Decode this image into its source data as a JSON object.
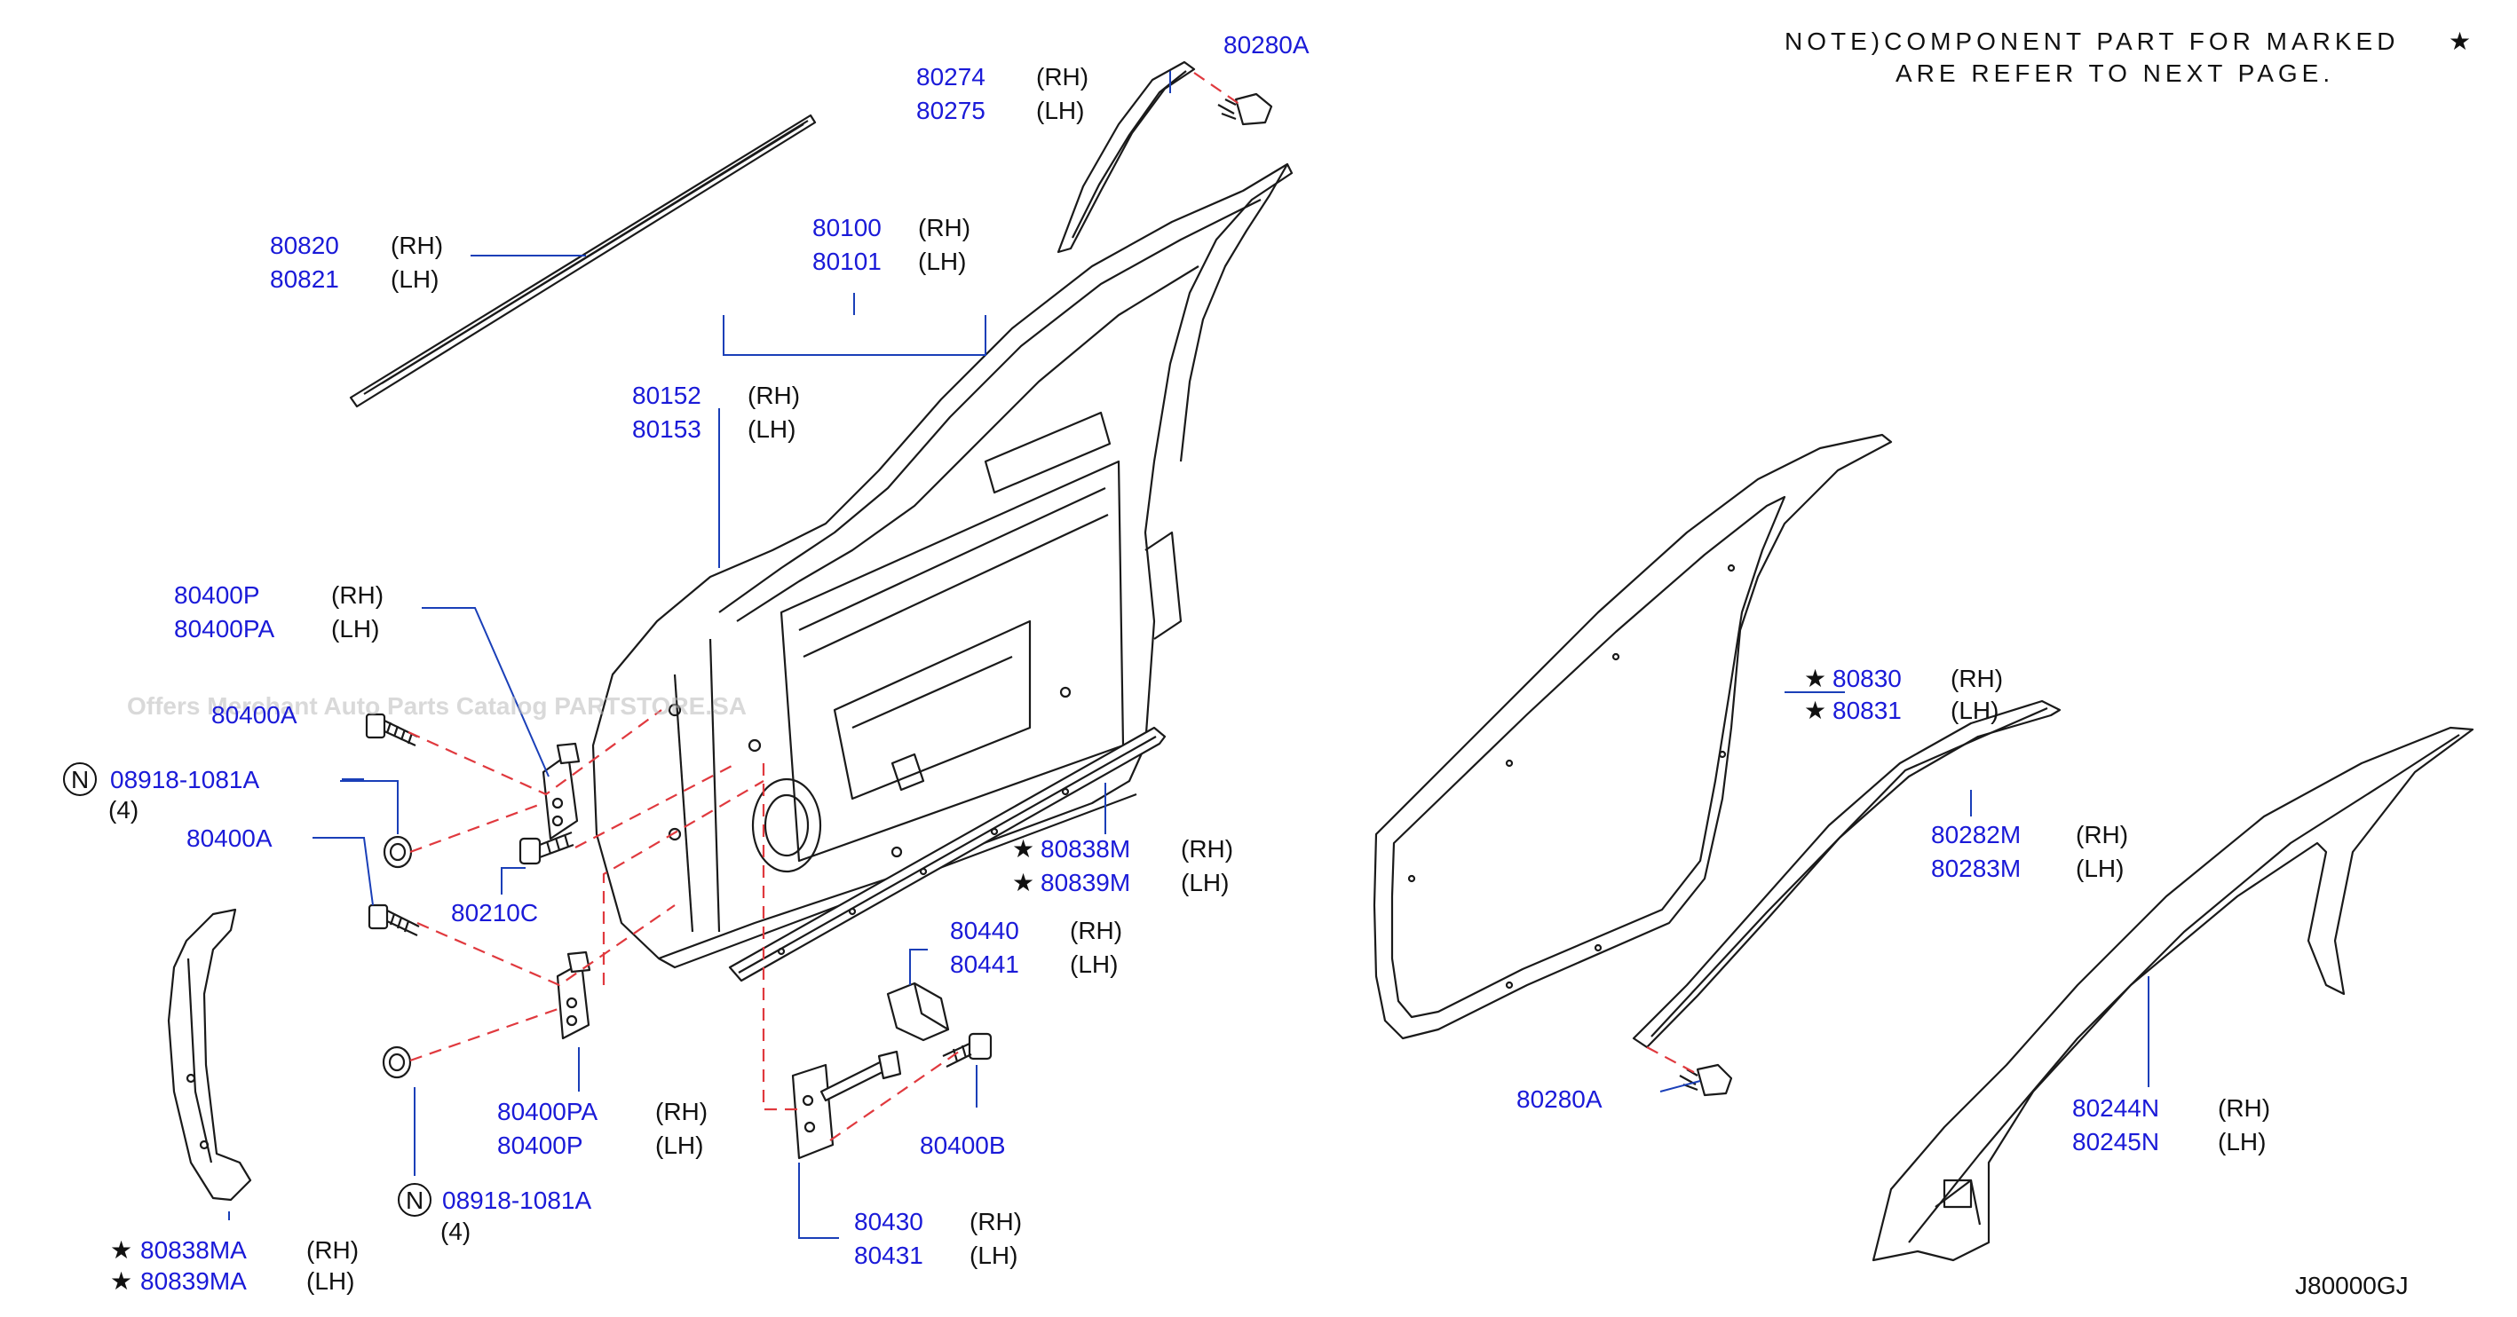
{
  "note": {
    "line1": "NOTE)COMPONENT  PART  FOR  MARKED",
    "line2": "ARE  REFER  TO  NEXT  PAGE.",
    "star": "★"
  },
  "diagram_code": "J80000GJ",
  "watermark": "Offers Merchant Auto Parts Catalog PARTSTORE.SA",
  "callouts": {
    "c80274": {
      "part": "80274",
      "side": "(RH)"
    },
    "c80275": {
      "part": "80275",
      "side": "(LH)"
    },
    "c80280a_top": {
      "part": "80280A"
    },
    "c80820": {
      "part": "80820",
      "side": "(RH)"
    },
    "c80821": {
      "part": "80821",
      "side": "(LH)"
    },
    "c80100": {
      "part": "80100",
      "side": "(RH)"
    },
    "c80101": {
      "part": "80101",
      "side": "(LH)"
    },
    "c80152": {
      "part": "80152",
      "side": "(RH)"
    },
    "c80153": {
      "part": "80153",
      "side": "(LH)"
    },
    "c80400p": {
      "part": "80400P",
      "side": "(RH)"
    },
    "c80400pa": {
      "part": "80400PA",
      "side": "(LH)"
    },
    "c80400a_1": {
      "part": "80400A"
    },
    "c08918_1": {
      "part": "08918-1081A",
      "qty": "(4)",
      "badge": "N"
    },
    "c80400a_2": {
      "part": "80400A"
    },
    "c80210c": {
      "part": "80210C"
    },
    "c80838m": {
      "part": "80838M",
      "side": "(RH)",
      "star": "★"
    },
    "c80839m": {
      "part": "80839M",
      "side": "(LH)",
      "star": "★"
    },
    "c80440": {
      "part": "80440",
      "side": "(RH)"
    },
    "c80441": {
      "part": "80441",
      "side": "(LH)"
    },
    "c80400b": {
      "part": "80400B"
    },
    "c80400pa_b": {
      "part": "80400PA",
      "side": "(RH)"
    },
    "c80400p_b": {
      "part": "80400P",
      "side": "(LH)"
    },
    "c08918_2": {
      "part": "08918-1081A",
      "qty": "(4)",
      "badge": "N"
    },
    "c80430": {
      "part": "80430",
      "side": "(RH)"
    },
    "c80431": {
      "part": "80431",
      "side": "(LH)"
    },
    "c80838ma": {
      "part": "80838MA",
      "side": "(RH)",
      "star": "★"
    },
    "c80839ma": {
      "part": "80839MA",
      "side": "(LH)",
      "star": "★"
    },
    "c80830": {
      "part": "80830",
      "side": "(RH)",
      "star": "★"
    },
    "c80831": {
      "part": "80831",
      "side": "(LH)",
      "star": "★"
    },
    "c80282m": {
      "part": "80282M",
      "side": "(RH)"
    },
    "c80283m": {
      "part": "80283M",
      "side": "(LH)"
    },
    "c80280a_bot": {
      "part": "80280A"
    },
    "c80244n": {
      "part": "80244N",
      "side": "(RH)"
    },
    "c80245n": {
      "part": "80245N",
      "side": "(LH)"
    }
  }
}
